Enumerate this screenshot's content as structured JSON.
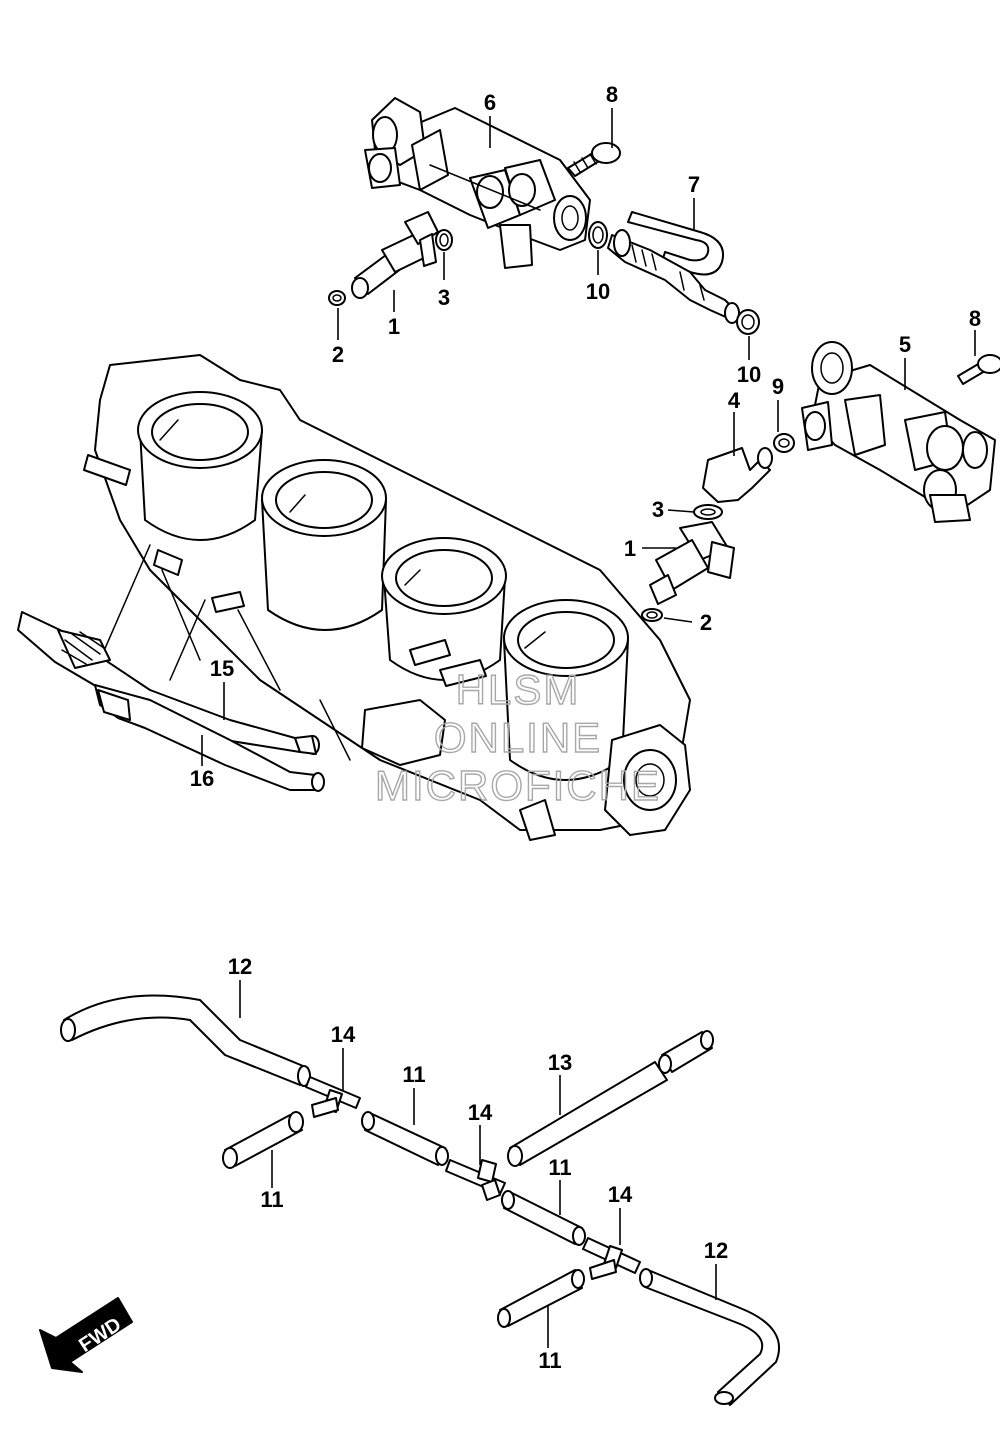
{
  "diagram": {
    "callouts": [
      {
        "id": "c6",
        "label": "6"
      },
      {
        "id": "c8a",
        "label": "8"
      },
      {
        "id": "c7",
        "label": "7"
      },
      {
        "id": "c3a",
        "label": "3"
      },
      {
        "id": "c10a",
        "label": "10"
      },
      {
        "id": "c1a",
        "label": "1"
      },
      {
        "id": "c2a",
        "label": "2"
      },
      {
        "id": "c8b",
        "label": "8"
      },
      {
        "id": "c5",
        "label": "5"
      },
      {
        "id": "c10b",
        "label": "10"
      },
      {
        "id": "c9",
        "label": "9"
      },
      {
        "id": "c4",
        "label": "4"
      },
      {
        "id": "c3b",
        "label": "3"
      },
      {
        "id": "c1b",
        "label": "1"
      },
      {
        "id": "c2b",
        "label": "2"
      },
      {
        "id": "c15",
        "label": "15"
      },
      {
        "id": "c16",
        "label": "16"
      },
      {
        "id": "c12a",
        "label": "12"
      },
      {
        "id": "c14a",
        "label": "14"
      },
      {
        "id": "c11a",
        "label": "11"
      },
      {
        "id": "c13",
        "label": "13"
      },
      {
        "id": "c14b",
        "label": "14"
      },
      {
        "id": "c11b",
        "label": "11"
      },
      {
        "id": "c11c",
        "label": "11"
      },
      {
        "id": "c14c",
        "label": "14"
      },
      {
        "id": "c12b",
        "label": "12"
      },
      {
        "id": "c11d",
        "label": "11"
      }
    ],
    "fwd_label": "FWD",
    "watermark": [
      "HLSM",
      "ONLINE",
      "MICROFICHE"
    ]
  }
}
